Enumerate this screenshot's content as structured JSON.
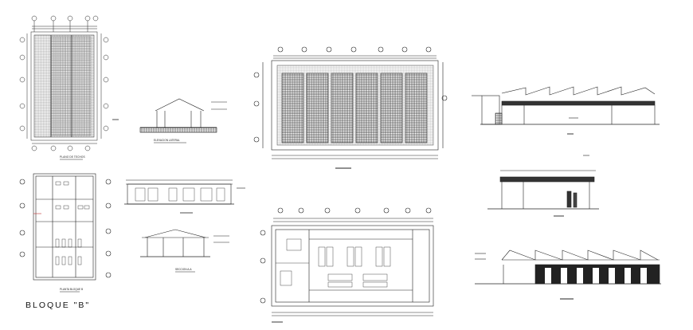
{
  "sheet": {
    "block_title": "BLOQUE \"B\""
  },
  "drawings": [
    {
      "id": "roof-plan-small",
      "caption": "PLANO DE TECHOS"
    },
    {
      "id": "side-elevation-small",
      "caption": "ELEVACION LATERAL"
    },
    {
      "id": "roof-plan-large",
      "caption": ""
    },
    {
      "id": "front-elevation-right",
      "caption": ""
    },
    {
      "id": "floor-plan-small",
      "caption": "PLANTA BLOQUE B"
    },
    {
      "id": "section-interior",
      "caption": ""
    },
    {
      "id": "section-a-a",
      "caption": "SECCION A-A"
    },
    {
      "id": "floor-plan-large",
      "caption": ""
    },
    {
      "id": "side-elevation-right",
      "caption": ""
    },
    {
      "id": "rear-elevation-right",
      "caption": ""
    }
  ]
}
